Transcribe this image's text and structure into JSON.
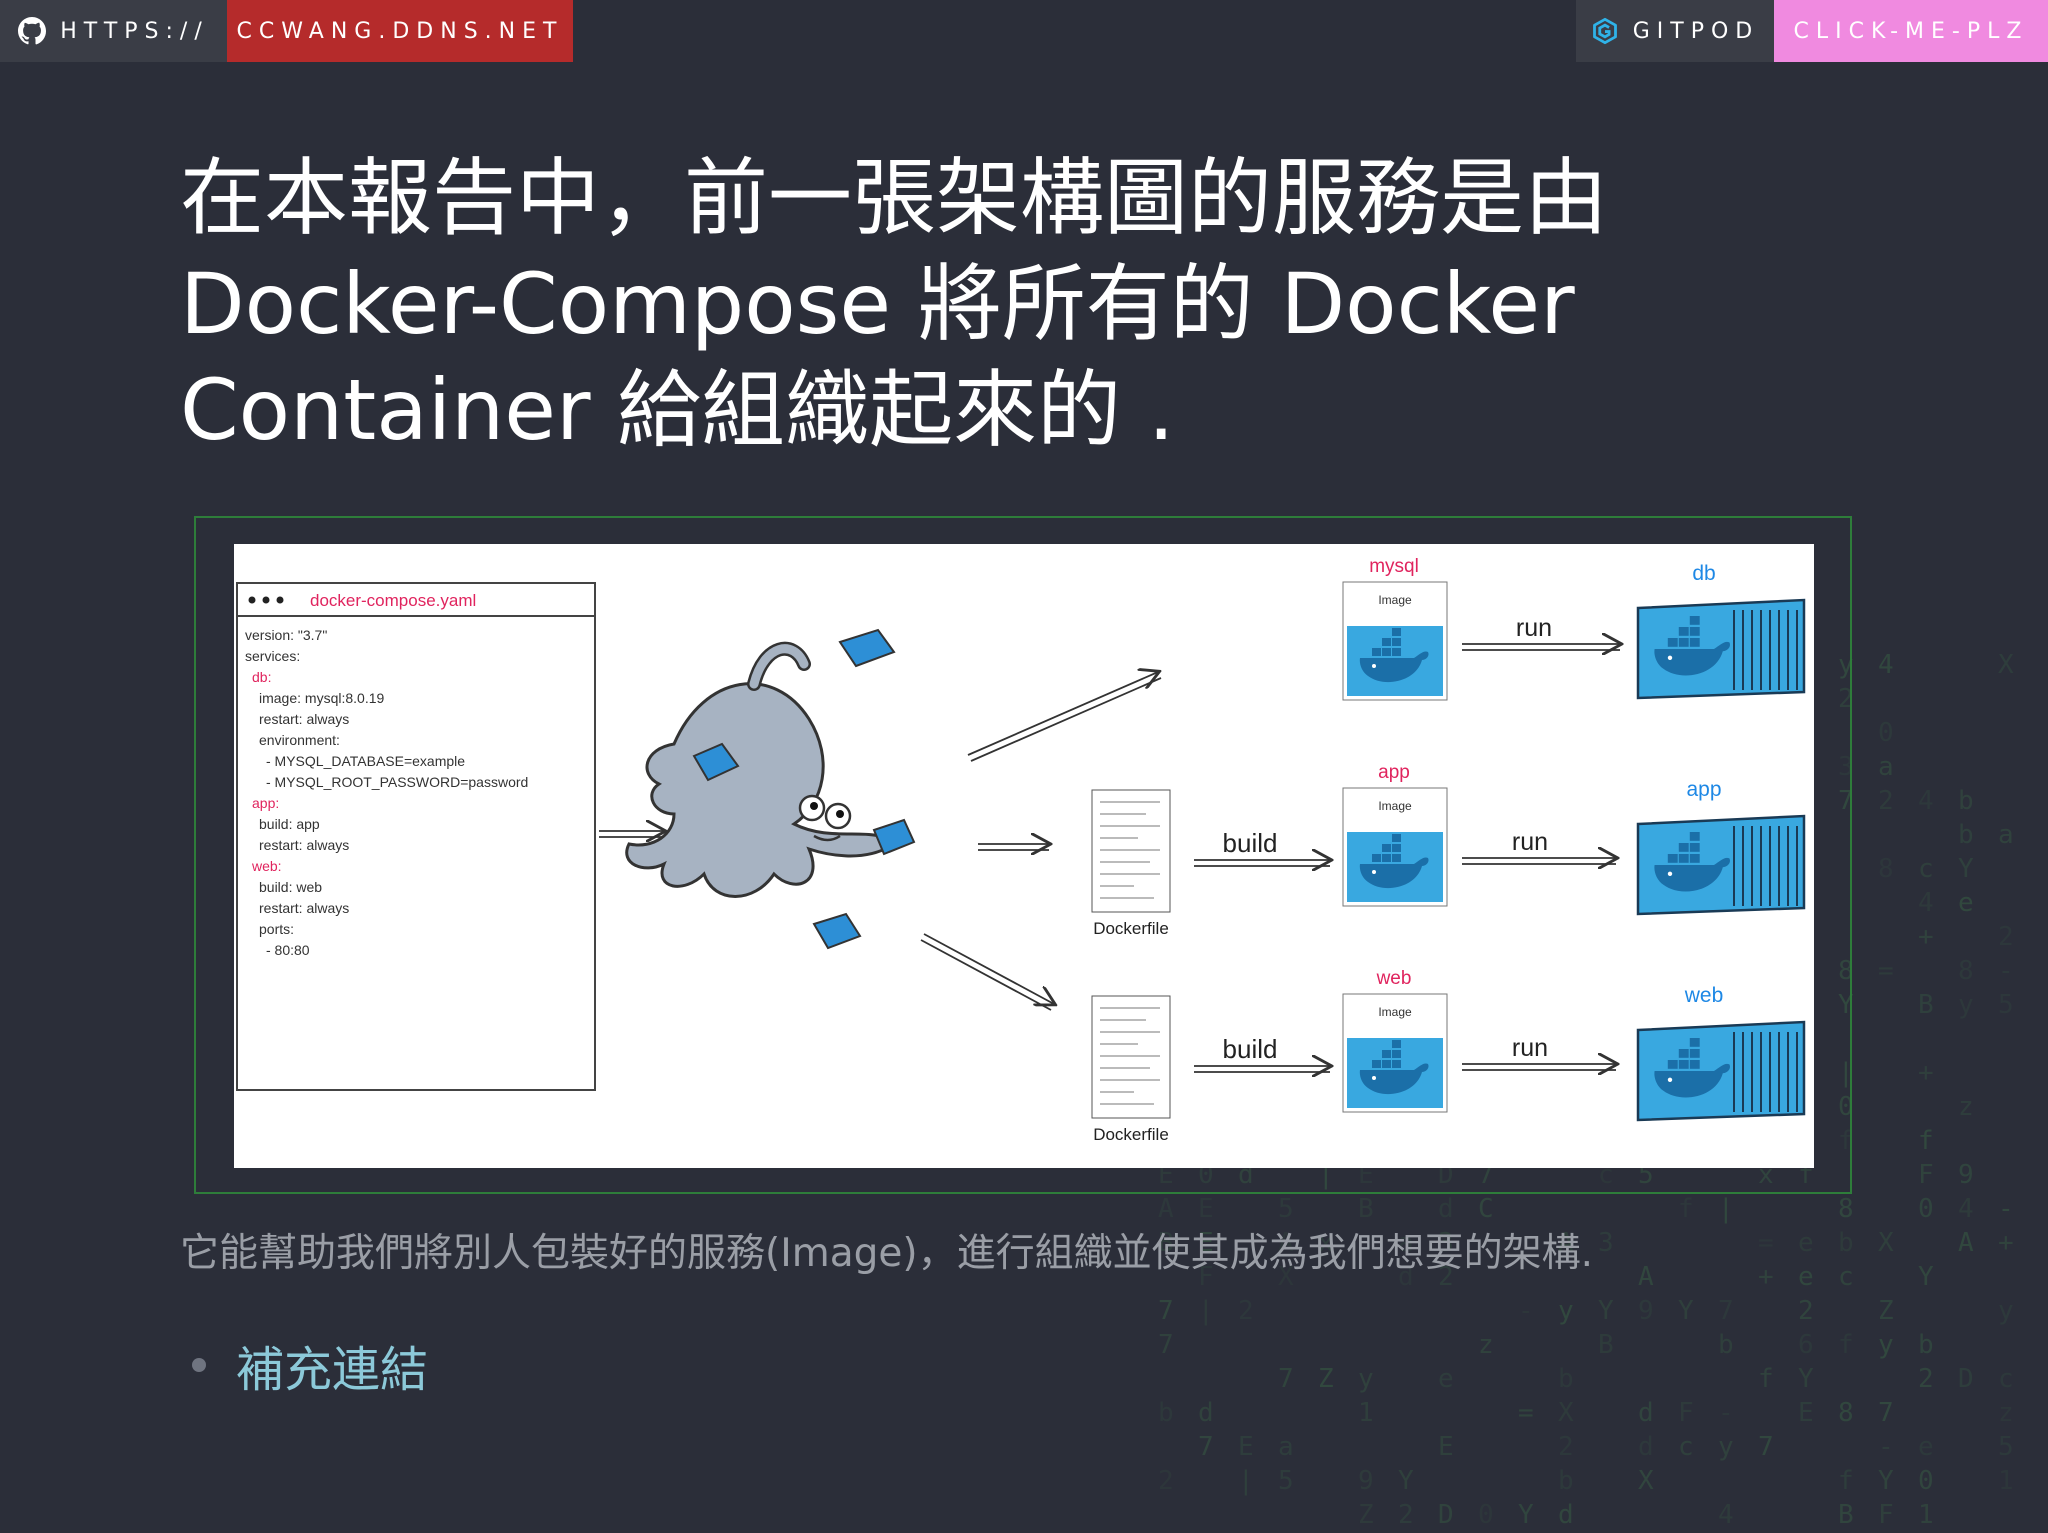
{
  "topbar": {
    "https_label": "HTTPS://",
    "domain_label": "CCWANG.DDNS.NET",
    "gitpod_label": "GITPOD",
    "click_label": "CLICK-ME-PLZ"
  },
  "slide": {
    "title": "在本報告中，前一張架構圖的服務是由 Docker-Compose 將所有的 Docker Container 給組織起來的 .",
    "caption": "它能幫助我們將別人包裝好的服務(Image)，進行組織並使其成為我們想要的架構.",
    "link_label": "補充連結"
  },
  "diagram": {
    "yaml": {
      "filename": "docker-compose.yaml",
      "lines": [
        {
          "text": "version: \"3.7\""
        },
        {
          "text": "services:"
        },
        {
          "text": "db:"
        },
        {
          "text": "image: mysql:8.0.19"
        },
        {
          "text": "restart: always"
        },
        {
          "text": "environment:"
        },
        {
          "text": "- MYSQL_DATABASE=example"
        },
        {
          "text": "- MYSQL_ROOT_PASSWORD=password"
        },
        {
          "text": "app:"
        },
        {
          "text": "build: app"
        },
        {
          "text": "restart: always"
        },
        {
          "text": "web:"
        },
        {
          "text": "build: web"
        },
        {
          "text": "restart: always"
        },
        {
          "text": "ports:"
        },
        {
          "text": "- 80:80"
        }
      ]
    },
    "dockerfile_label": "Dockerfile",
    "build_label": "build",
    "run_label": "run",
    "image_label": "Image",
    "images": [
      "mysql",
      "app",
      "web"
    ],
    "containers": [
      "db",
      "app",
      "web"
    ],
    "colors": {
      "service_red": "#e0245e",
      "container_blue": "#1e88e5",
      "docker_blue": "#39a8e0"
    }
  }
}
